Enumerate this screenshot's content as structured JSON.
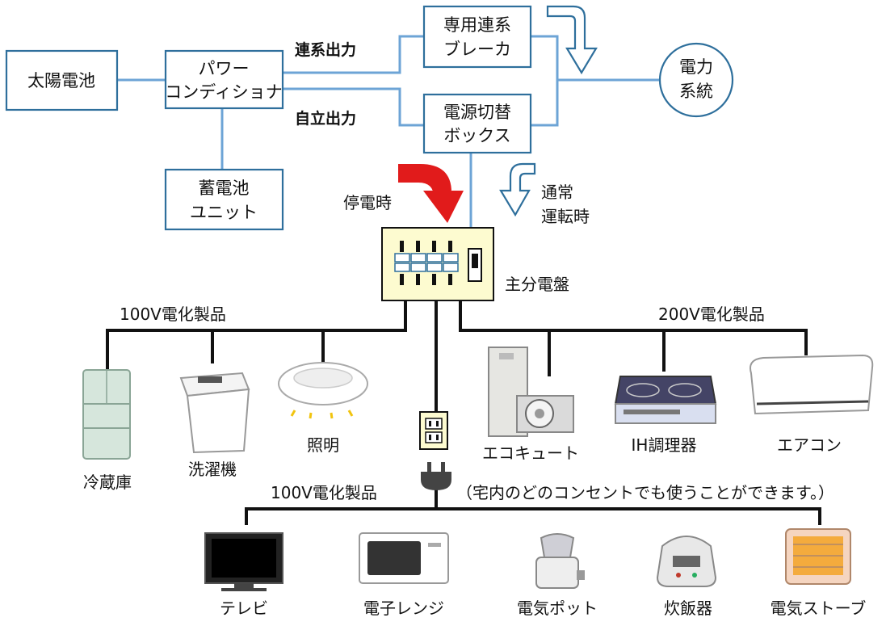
{
  "colors": {
    "box_border": "#2e6f9c",
    "cable_blue": "#6da4d6",
    "wire_black": "#111111",
    "outage_arrow": "#e11b1b",
    "panel_fill": "#fdfbd0"
  },
  "boxes": {
    "solar_panel": "太陽電池",
    "power_conditioner": [
      "パワー",
      "コンディショナ"
    ],
    "battery_unit": [
      "蓄電池",
      "ユニット"
    ],
    "dedicated_breaker": [
      "専用連系",
      "ブレーカ"
    ],
    "power_switch_box": [
      "電源切替",
      "ボックス"
    ],
    "grid": [
      "電力",
      "系統"
    ]
  },
  "flow_labels": {
    "grid_tie_output": "連系出力",
    "standalone_output": "自立出力",
    "outage": "停電時",
    "normal_operation": [
      "通常",
      "運転時"
    ]
  },
  "main_panel": {
    "label": "主分電盤"
  },
  "groups": {
    "v100_left": "100V電化製品",
    "v200": "200V電化製品",
    "v100_bottom": "100V電化製品",
    "outlet_note": "（宅内のどのコンセントでも使うことができます。）"
  },
  "appliances": {
    "refrigerator": "冷蔵庫",
    "washing_machine": "洗濯機",
    "lighting": "照明",
    "ecocute": "エコキュート",
    "ih_cooker": "IH調理器",
    "air_conditioner": "エアコン",
    "tv": "テレビ",
    "microwave": "電子レンジ",
    "electric_pot": "電気ポット",
    "rice_cooker": "炊飯器",
    "electric_heater": "電気ストーブ"
  }
}
